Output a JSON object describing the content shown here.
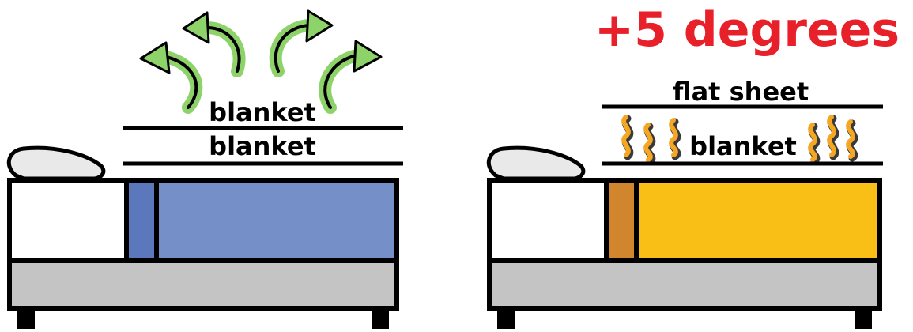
{
  "colors": {
    "cool_accent": "#7590c8",
    "cool_accent_dark": "#5b78bc",
    "warm_accent": "#f9bf17",
    "warm_accent_dark": "#d1862d",
    "heat_wave": "#f5a623",
    "arrow_green": "#8ed36a",
    "headline_red": "#e8202a",
    "frame": "#000000",
    "base_gray": "#c4c4c4"
  },
  "left_bed": {
    "layers": [
      {
        "label": "blanket"
      },
      {
        "label": "blanket"
      }
    ],
    "heat_escape_icon": "curved-arrow-icon"
  },
  "right_bed": {
    "headline": "+5 degrees",
    "layers": [
      {
        "label": "flat sheet"
      },
      {
        "label": "blanket"
      }
    ],
    "heat_trap_icon": "heat-wave-icon"
  }
}
